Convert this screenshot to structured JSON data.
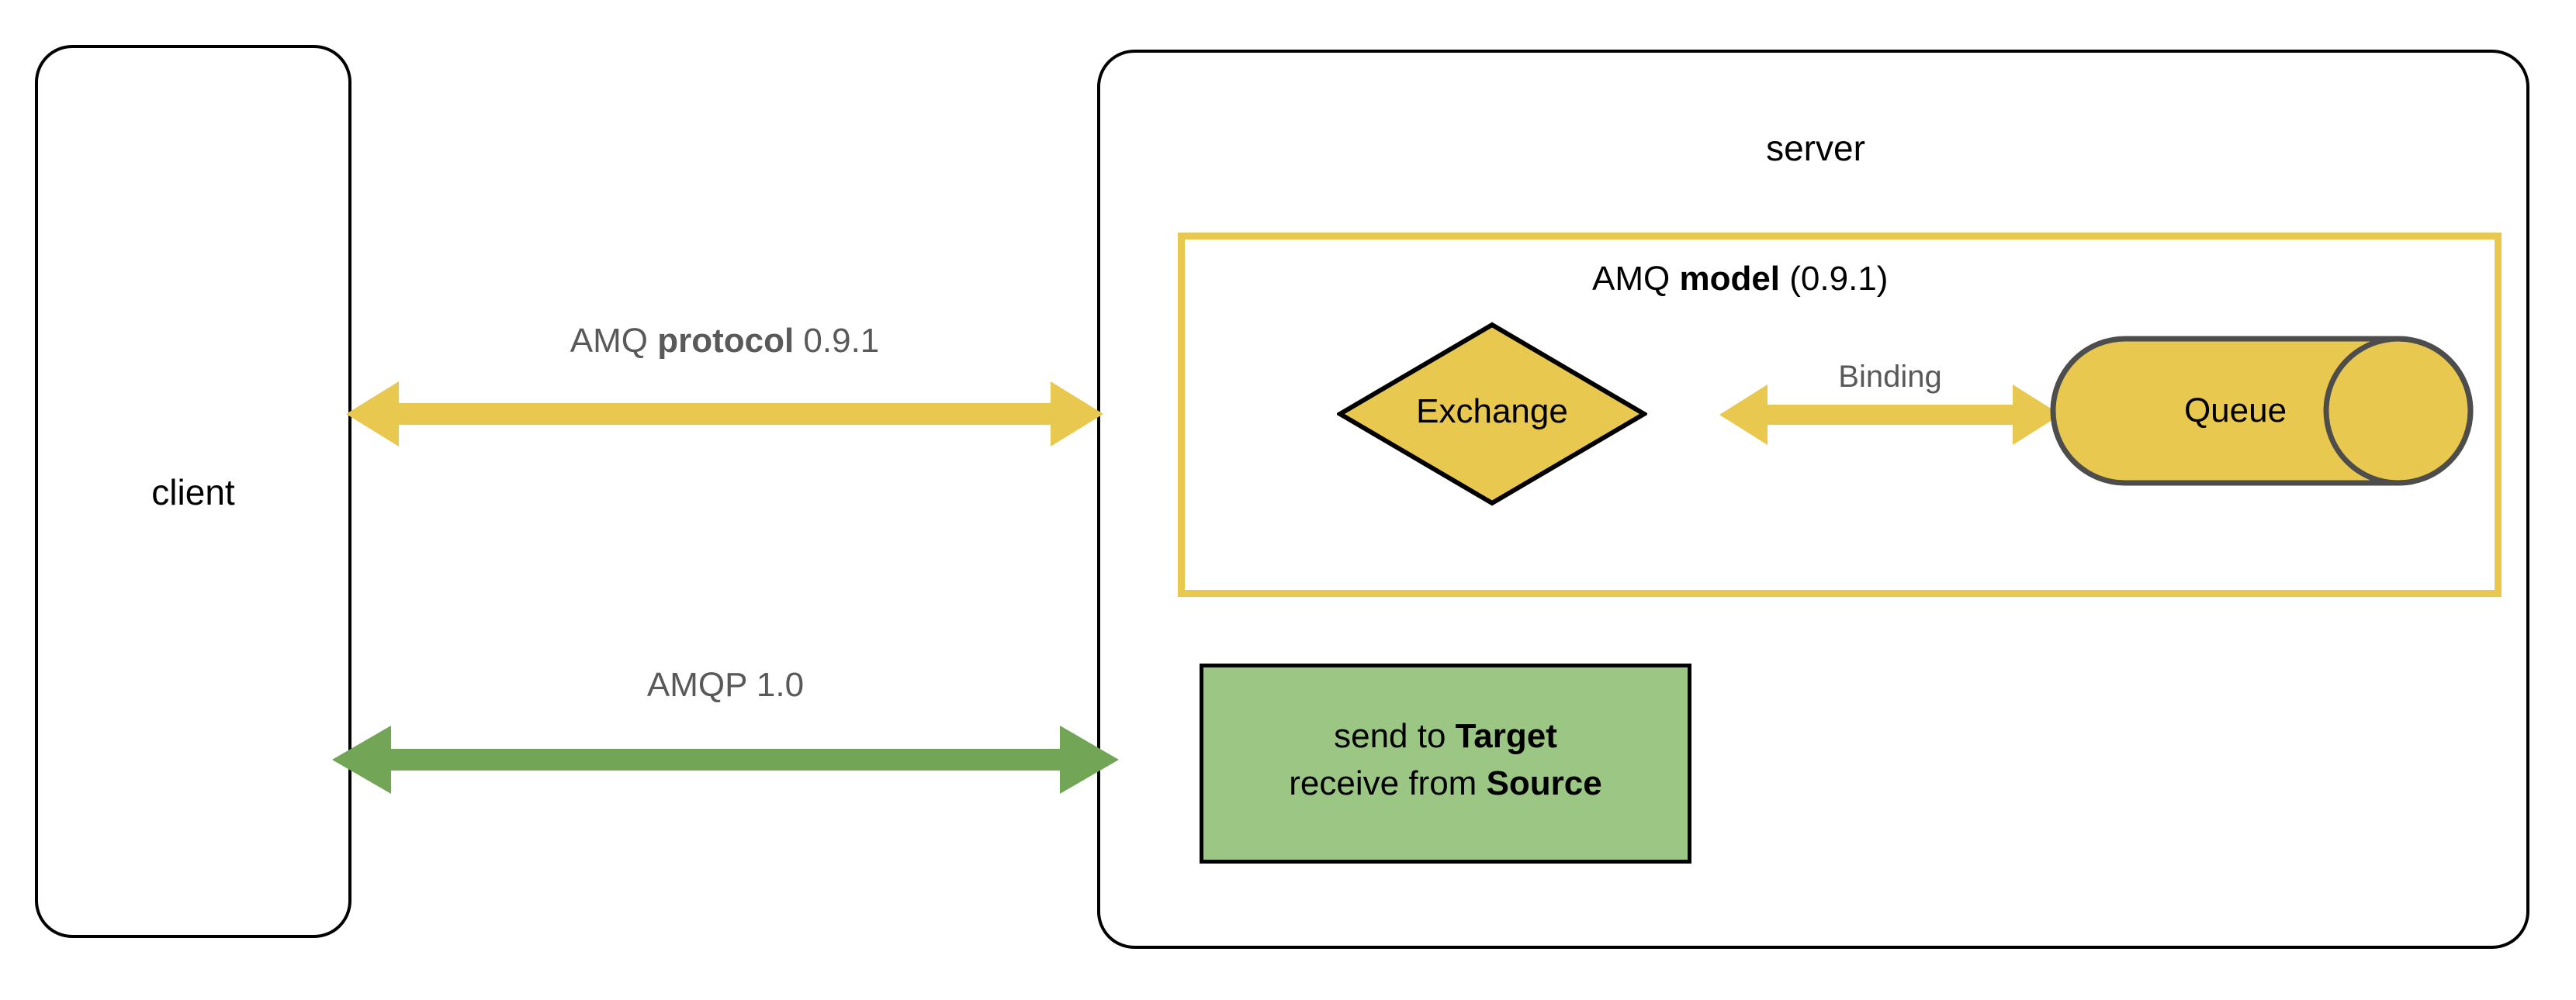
{
  "diagram": {
    "client": {
      "label": "client"
    },
    "server": {
      "label": "server"
    },
    "model_group": {
      "label_prefix": "AMQ ",
      "label_bold": "model",
      "label_suffix": " (0.9.1)",
      "border_color": "#E8C84F"
    },
    "exchange": {
      "label": "Exchange",
      "fill_color": "#E8C84F",
      "stroke_color": "#000000"
    },
    "binding": {
      "label": "Binding",
      "arrow_color": "#E8C84F",
      "text_color": "#595959"
    },
    "queue": {
      "label": "Queue",
      "fill_color": "#E8C84F",
      "stroke_color": "#4D4D4D"
    },
    "note": {
      "line1_prefix": "send to ",
      "line1_bold": "Target",
      "line2_prefix": "receive from ",
      "line2_bold": "Source",
      "fill_color": "#9CC683",
      "stroke_color": "#000000"
    },
    "connections": [
      {
        "name": "amq-protocol",
        "label_prefix": "AMQ ",
        "label_bold": "protocol",
        "label_suffix": " 0.9.1",
        "color": "#E8C84F",
        "text_color": "#595959",
        "direction": "bidirectional"
      },
      {
        "name": "amqp",
        "label": "AMQP 1.0",
        "color": "#72A555",
        "text_color": "#595959",
        "direction": "bidirectional"
      }
    ]
  }
}
